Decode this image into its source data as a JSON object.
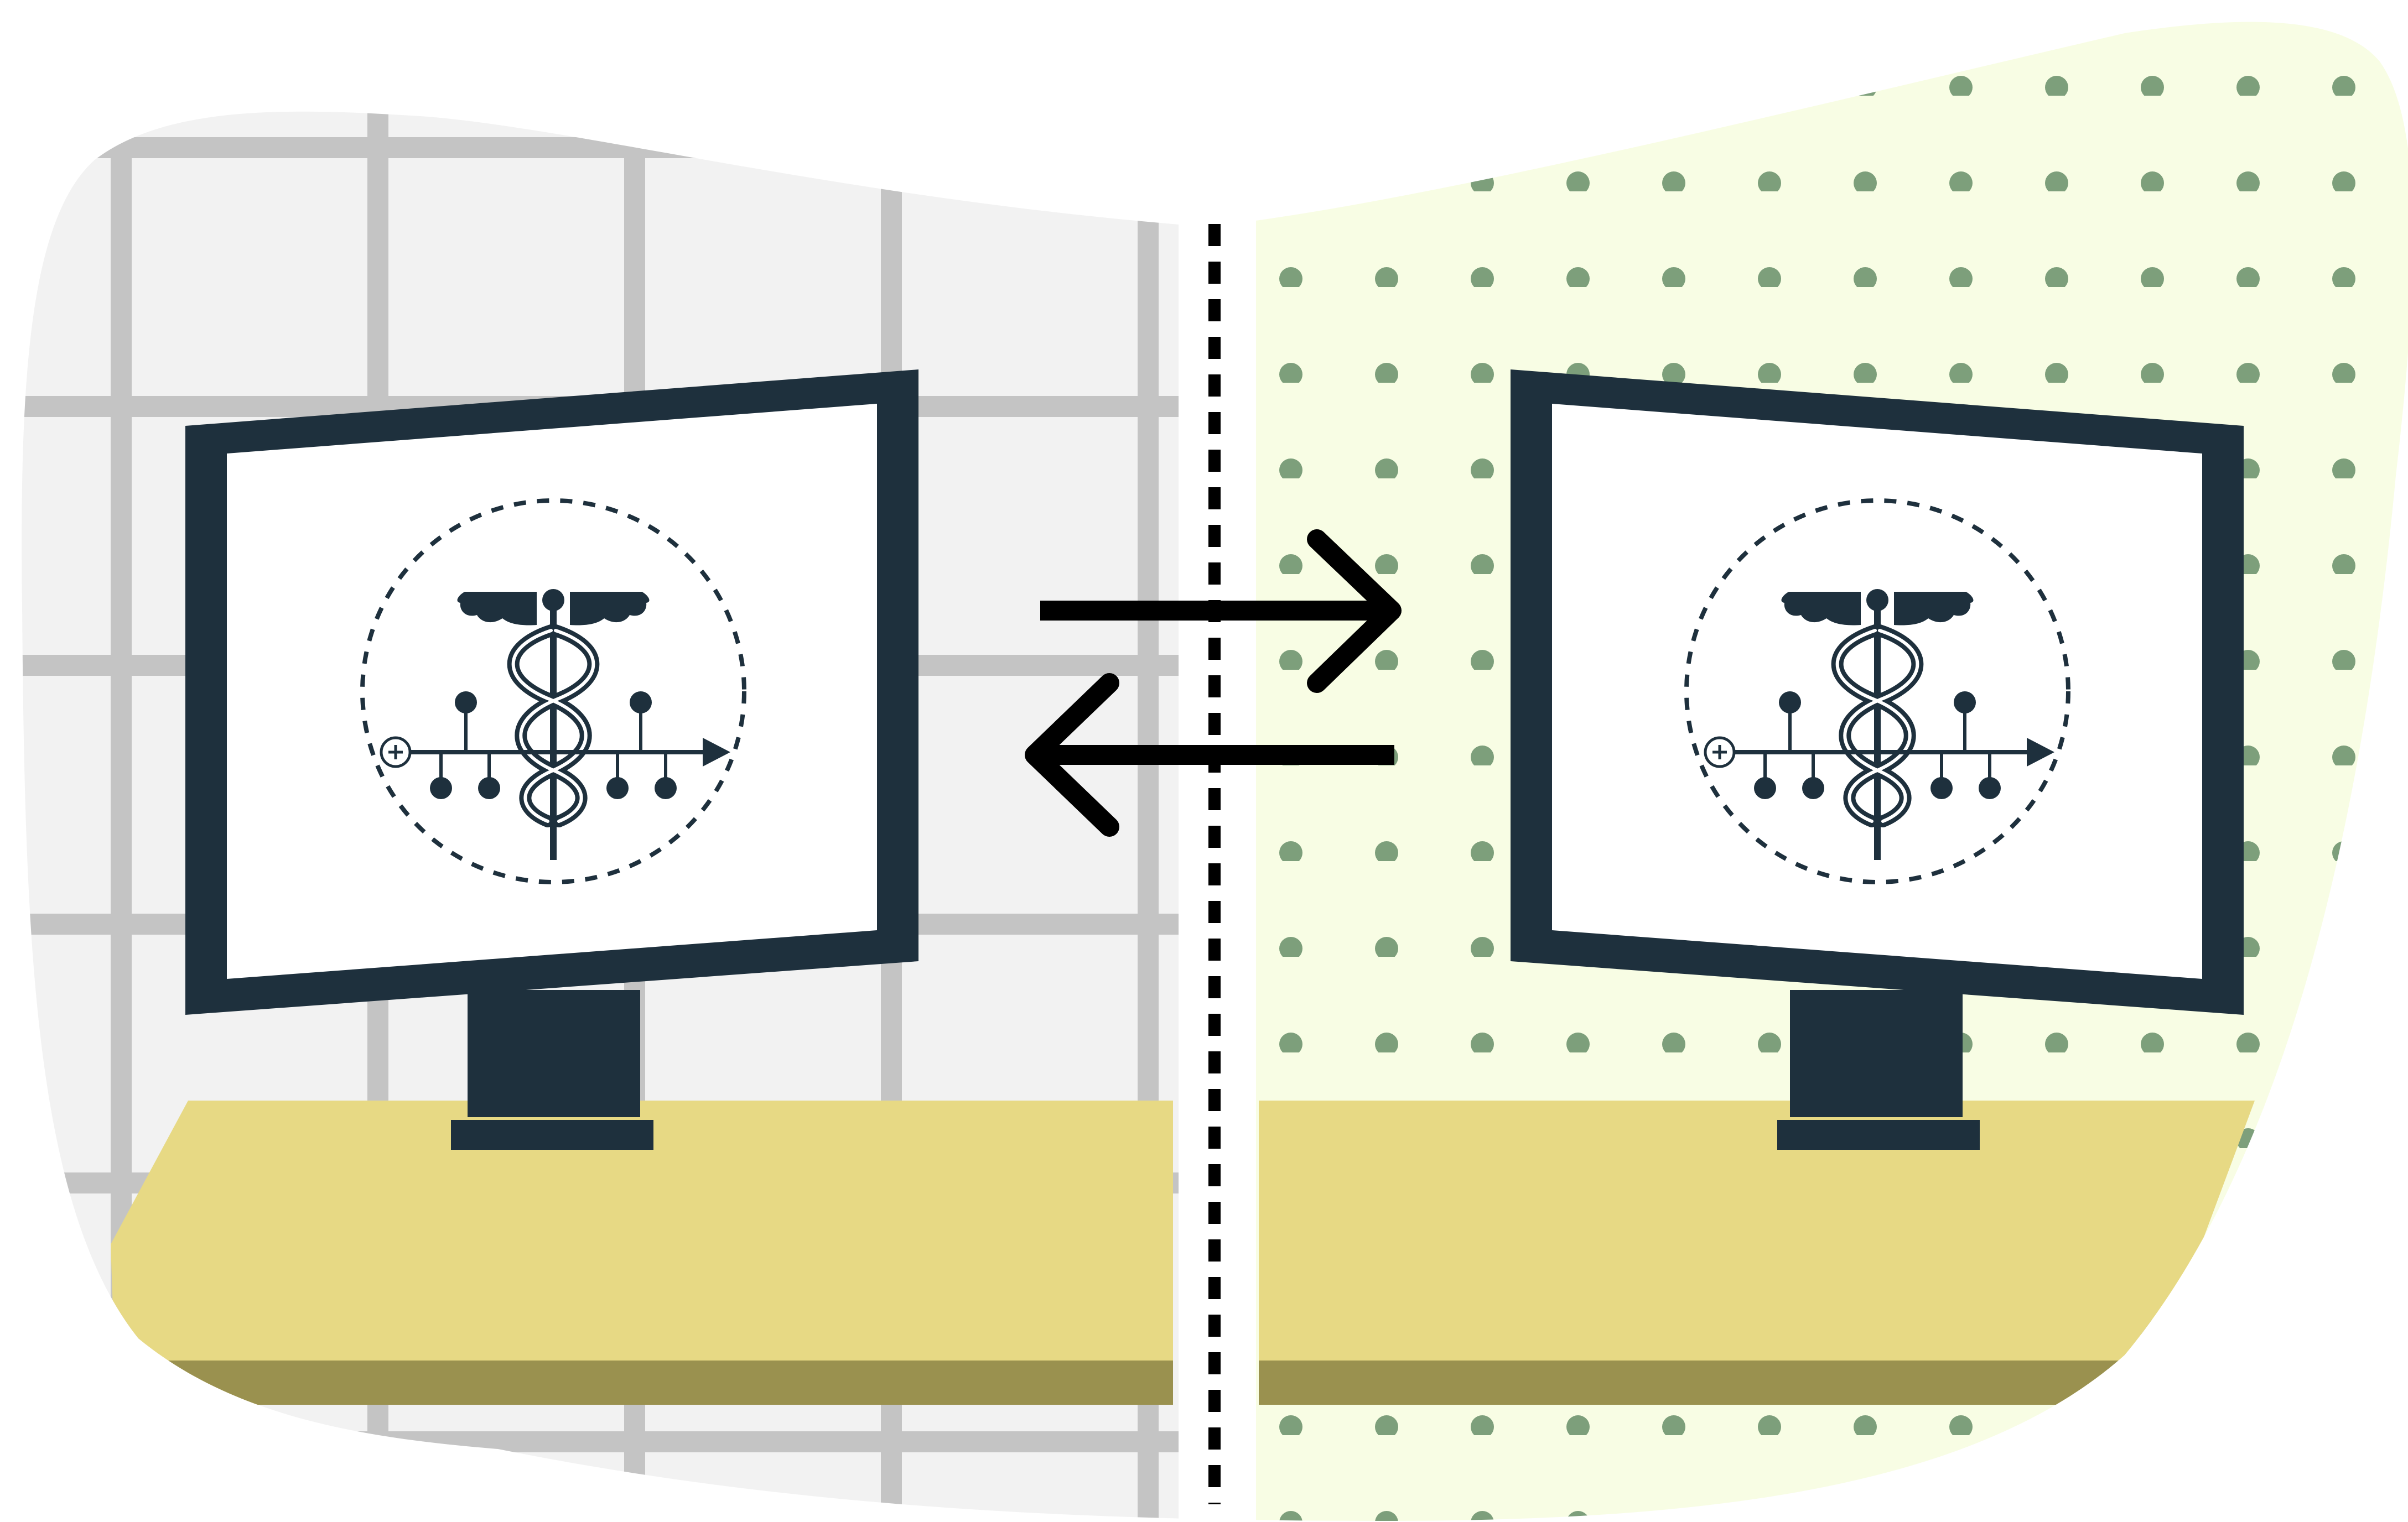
{
  "colors": {
    "page_background": "#ffffff",
    "left_panel_background": "#f2f2f2",
    "left_grid_lines": "#c4c4c4",
    "right_panel_background": "#f8fde4",
    "right_dots": "#7d9f7b",
    "desk_top": "#e7d984",
    "desk_edge": "#9a914f",
    "monitor": "#1e303d",
    "screen": "#ffffff",
    "arrows": "#000000",
    "divider": "#000000"
  },
  "left_panel": {
    "pattern": "grid",
    "monitor": {
      "screen_icon": "caduceus-timeline-icon"
    }
  },
  "right_panel": {
    "pattern": "dots",
    "monitor": {
      "screen_icon": "caduceus-timeline-icon"
    }
  },
  "exchange": {
    "arrows": [
      "right-arrow-icon",
      "left-arrow-icon"
    ],
    "divider": "dotted-divider"
  }
}
